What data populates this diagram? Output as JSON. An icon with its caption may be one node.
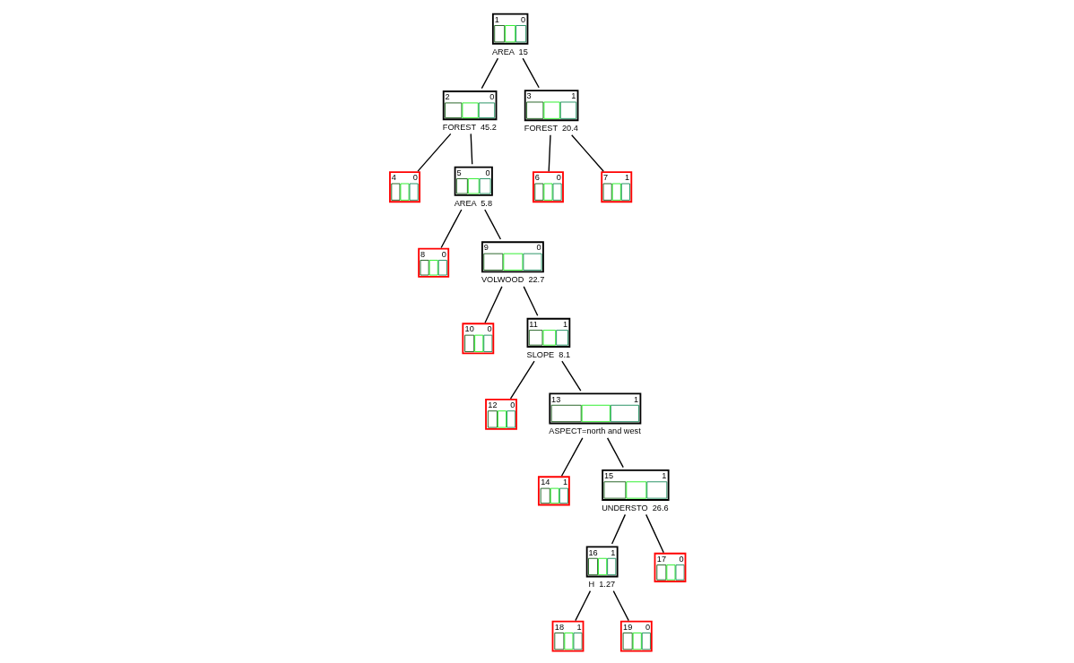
{
  "diagram": {
    "nodes": [
      {
        "text": [
          "1",
          "0"
        ],
        "beside": [
          "AREA  15"
        ]
      },
      {
        "text": [
          "2",
          "0"
        ],
        "beside": [
          "FOREST  45.2"
        ]
      },
      {
        "text": [
          "3",
          "1"
        ],
        "beside": [
          "FOREST  20.4"
        ]
      },
      {
        "text": [
          "4",
          "0"
        ]
      },
      {
        "text": [
          "5",
          "0"
        ],
        "beside": [
          "AREA  5.8"
        ]
      },
      {
        "text": [
          "6",
          "0"
        ]
      },
      {
        "text": [
          "7",
          "1"
        ]
      },
      {
        "text": [
          "8",
          "0"
        ]
      },
      {
        "text": [
          "9",
          "0"
        ],
        "beside": [
          "VOLWOOD  22.7"
        ]
      },
      {
        "text": [
          "10",
          "0"
        ]
      },
      {
        "text": [
          "11",
          "1"
        ],
        "beside": [
          "SLOPE  8.1"
        ]
      },
      {
        "text": [
          "12",
          "0"
        ]
      },
      {
        "text": [
          "13",
          "1"
        ],
        "beside": [
          "ASPECT=north and west"
        ]
      },
      {
        "text": [
          "14",
          "1"
        ]
      },
      {
        "text": [
          "15",
          "1"
        ],
        "beside": [
          "UNDERSTO  26.6"
        ]
      },
      {
        "text": [
          "16",
          "1"
        ],
        "beside": [
          "H  1.27"
        ]
      },
      {
        "text": [
          "17",
          "0"
        ]
      },
      {
        "text": [
          "18",
          "1"
        ]
      },
      {
        "text": [
          "19",
          "0"
        ]
      }
    ],
    "edges": [
      {
        "from": 0,
        "to": 1,
        "arrow": "none"
      },
      {
        "from": 0,
        "to": 2,
        "arrow": "none"
      },
      {
        "from": 1,
        "to": 3,
        "arrow": "none"
      },
      {
        "from": 1,
        "to": 4,
        "arrow": "none"
      },
      {
        "from": 2,
        "to": 5,
        "arrow": "none"
      },
      {
        "from": 2,
        "to": 6,
        "arrow": "none"
      },
      {
        "from": 4,
        "to": 7,
        "arrow": "none"
      },
      {
        "from": 4,
        "to": 8,
        "arrow": "none"
      },
      {
        "from": 8,
        "to": 9,
        "arrow": "none"
      },
      {
        "from": 8,
        "to": 10,
        "arrow": "none"
      },
      {
        "from": 10,
        "to": 11,
        "arrow": "none"
      },
      {
        "from": 10,
        "to": 12,
        "arrow": "none"
      },
      {
        "from": 12,
        "to": 13,
        "arrow": "none"
      },
      {
        "from": 12,
        "to": 14,
        "arrow": "none"
      },
      {
        "from": 14,
        "to": 15,
        "arrow": "none"
      },
      {
        "from": 14,
        "to": 16,
        "arrow": "none"
      },
      {
        "from": 15,
        "to": 17,
        "arrow": "none"
      },
      {
        "from": 15,
        "to": 18,
        "arrow": "none"
      }
    ]
  }
}
